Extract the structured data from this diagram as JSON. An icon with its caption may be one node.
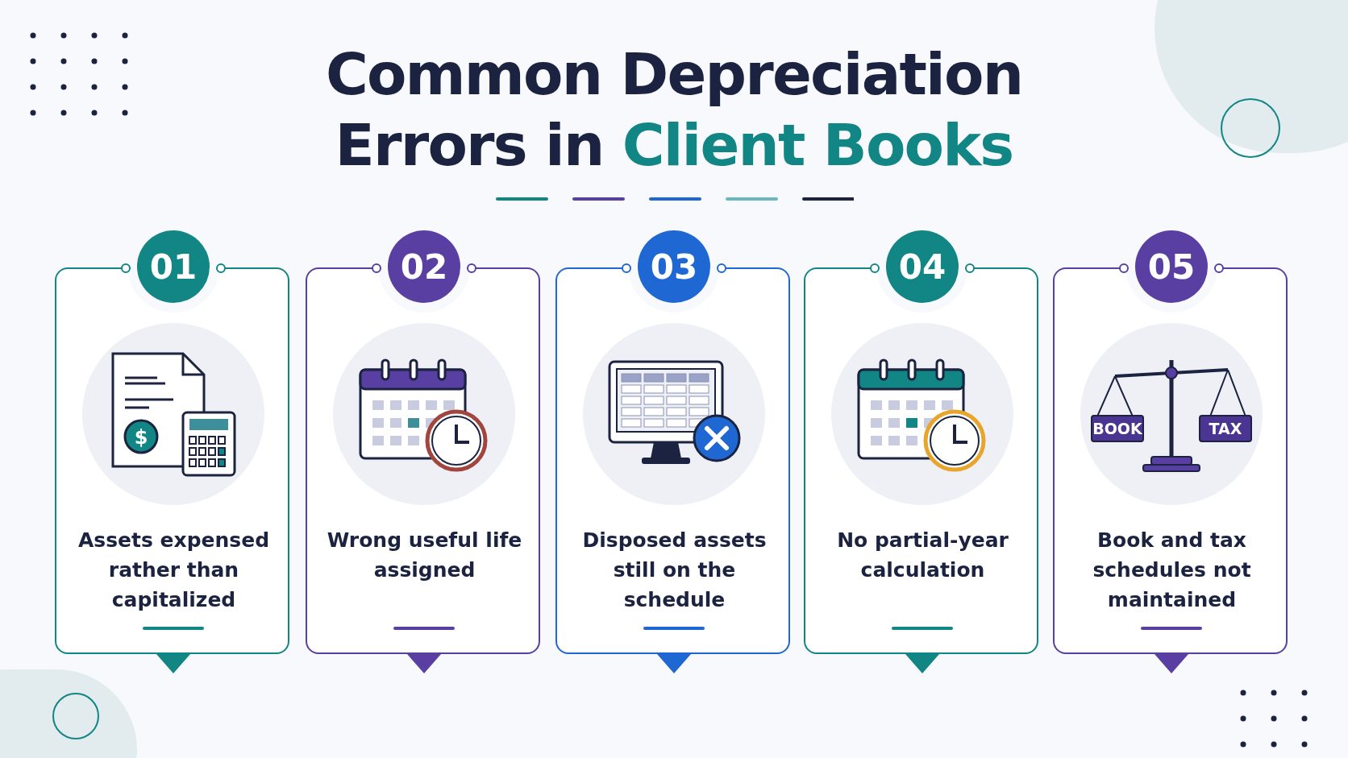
{
  "diagram": {
    "title": "Common Depreciation Errors in *Client Books*",
    "nodes": [
      {
        "text": [
          "01",
          "Assets expensed rather than capitalized"
        ]
      },
      {
        "text": [
          "02",
          "Wrong useful life assigned"
        ]
      },
      {
        "text": [
          "03",
          "Disposed assets still on the schedule"
        ]
      },
      {
        "text": [
          "04",
          "No partial-year calculation"
        ]
      },
      {
        "text": [
          "05",
          "Book and tax schedules not maintained"
        ]
      }
    ],
    "labels": [
      "$",
      "BOOK",
      "TAX"
    ]
  }
}
